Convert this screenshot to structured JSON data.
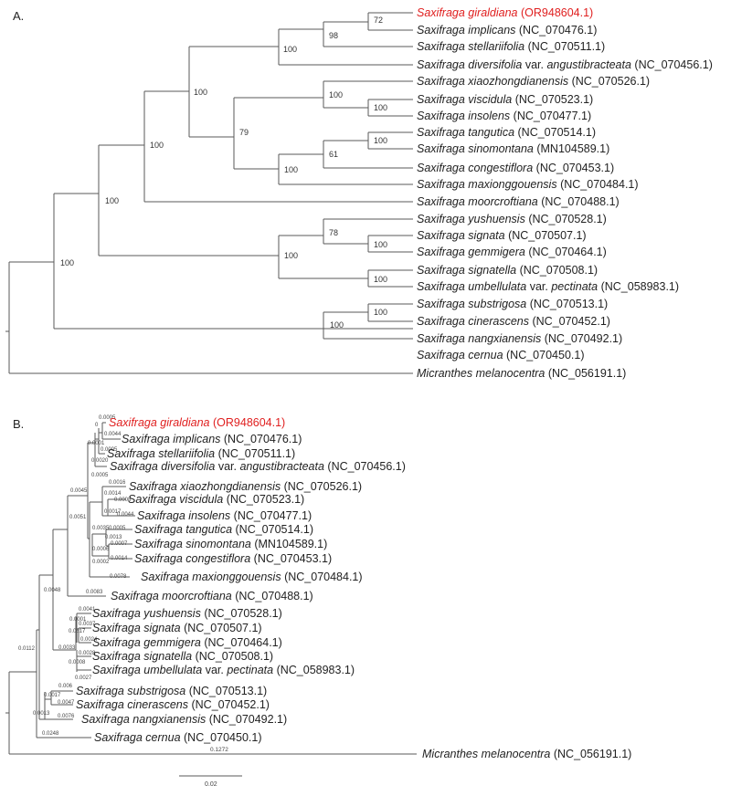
{
  "panels": {
    "a": {
      "label": "A."
    },
    "b": {
      "label": "B."
    }
  },
  "colors": {
    "highlight": "#e02020",
    "text": "#222222",
    "branch": "#5a5a5a"
  },
  "taxa": {
    "giraldiana": {
      "genus": "Saxifraga",
      "epithet": "giraldiana",
      "acc": "(OR948604.1)"
    },
    "implicans": {
      "genus": "Saxifraga",
      "epithet": "implicans",
      "acc": "(NC_070476.1)"
    },
    "stellariifolia": {
      "genus": "Saxifraga",
      "epithet": "stellariifolia",
      "acc": "(NC_070511.1)"
    },
    "diversifolia": {
      "genus": "Saxifraga",
      "epithet": "diversifolia",
      "varlabel": "var.",
      "varname": "angustibracteata",
      "acc": "(NC_070456.1)"
    },
    "xiaozhongdianensis": {
      "genus": "Saxifraga",
      "epithet": "xiaozhongdianensis",
      "acc": "(NC_070526.1)"
    },
    "viscidula": {
      "genus": "Saxifraga",
      "epithet": "viscidula",
      "acc": "(NC_070523.1)"
    },
    "insolens": {
      "genus": "Saxifraga",
      "epithet": "insolens",
      "acc": "(NC_070477.1)"
    },
    "tangutica": {
      "genus": "Saxifraga",
      "epithet": "tangutica",
      "acc": "(NC_070514.1)"
    },
    "sinomontana": {
      "genus": "Saxifraga",
      "epithet": "sinomontana",
      "acc": "(MN104589.1)"
    },
    "congestiflora": {
      "genus": "Saxifraga",
      "epithet": "congestiflora",
      "acc": "(NC_070453.1)"
    },
    "maxionggouensis": {
      "genus": "Saxifraga",
      "epithet": "maxionggouensis",
      "acc": "(NC_070484.1)"
    },
    "moorcroftiana": {
      "genus": "Saxifraga",
      "epithet": "moorcroftiana",
      "acc": "(NC_070488.1)"
    },
    "yushuensis": {
      "genus": "Saxifraga",
      "epithet": "yushuensis",
      "acc": "(NC_070528.1)"
    },
    "signata": {
      "genus": "Saxifraga",
      "epithet": "signata",
      "acc": "(NC_070507.1)"
    },
    "gemmigera": {
      "genus": "Saxifraga",
      "epithet": "gemmigera",
      "acc": "(NC_070464.1)"
    },
    "signatella": {
      "genus": "Saxifraga",
      "epithet": "signatella",
      "acc": "(NC_070508.1)"
    },
    "umbellulata": {
      "genus": "Saxifraga",
      "epithet": "umbellulata",
      "varlabel": "var.",
      "varname": "pectinata",
      "acc": "(NC_058983.1)"
    },
    "substrigosa": {
      "genus": "Saxifraga",
      "epithet": "substrigosa",
      "acc": "(NC_070513.1)"
    },
    "cinerascens": {
      "genus": "Saxifraga",
      "epithet": "cinerascens",
      "acc": "(NC_070452.1)"
    },
    "nangxianensis": {
      "genus": "Saxifraga",
      "epithet": "nangxianensis",
      "acc": "(NC_070492.1)"
    },
    "cernua": {
      "genus": "Saxifraga",
      "epithet": "cernua",
      "acc": "(NC_070450.1)"
    },
    "melanocentra": {
      "genus": "Micranthes",
      "epithet": "melanocentra",
      "acc": "(NC_056191.1)"
    }
  },
  "tree_a": {
    "support": {
      "gir_imp": "72",
      "gir_imp_stel": "98",
      "clade_div": "100",
      "clade_core": "100",
      "clade_xia": "100",
      "visc_ins": "100",
      "clade_ins_tang": "79",
      "tang_sino": "100",
      "tang_cong": "61",
      "clade_moor": "100",
      "clade_yush": "100",
      "clade_main": "100",
      "yush_sign": "78",
      "sign_gemm": "100",
      "signat_umb": "100",
      "subs_cin": "100",
      "clade_nang": "100"
    }
  },
  "tree_b": {
    "branch_lengths": {
      "gir": "0.0005",
      "gir_zero": "0",
      "imp": "0.0044",
      "n1": "0.0001",
      "stel": "0.0005",
      "n2": "0.0020",
      "div": "0.0005",
      "n_core": "0.0045",
      "xia": "0.0016",
      "n_xia": "0.0014",
      "visc": "0.0008",
      "n_visc": "0.0017",
      "ins": "0.0044",
      "tang_node": "0.0005",
      "tang": "0.0013",
      "sino_node": "0.0006",
      "sino": "0.0007",
      "n_tang": "0.0002",
      "cong": "0.0014",
      "maxi": "0.0078",
      "n_maxi": "0.0035",
      "moor": "0.0083",
      "n_moor": "0.0051",
      "yush": "0.0041",
      "n_yush": "0.0001",
      "sign": "0.0037",
      "n_sign": "0.0017",
      "gemm": "0.0024",
      "n_gemm": "0.0033",
      "signat": "0.0028",
      "umb_node": "0.0008",
      "umb": "0.0027",
      "n_main": "0.0048",
      "subs": "0.006",
      "n_subs": "0.0017",
      "cin": "0.0047",
      "nang": "0.0076",
      "n_nang": "0.0013",
      "root_ingroup": "0.0112",
      "cernua": "0.0248",
      "melan": "0.1272"
    },
    "scale_bar": "0.02"
  }
}
